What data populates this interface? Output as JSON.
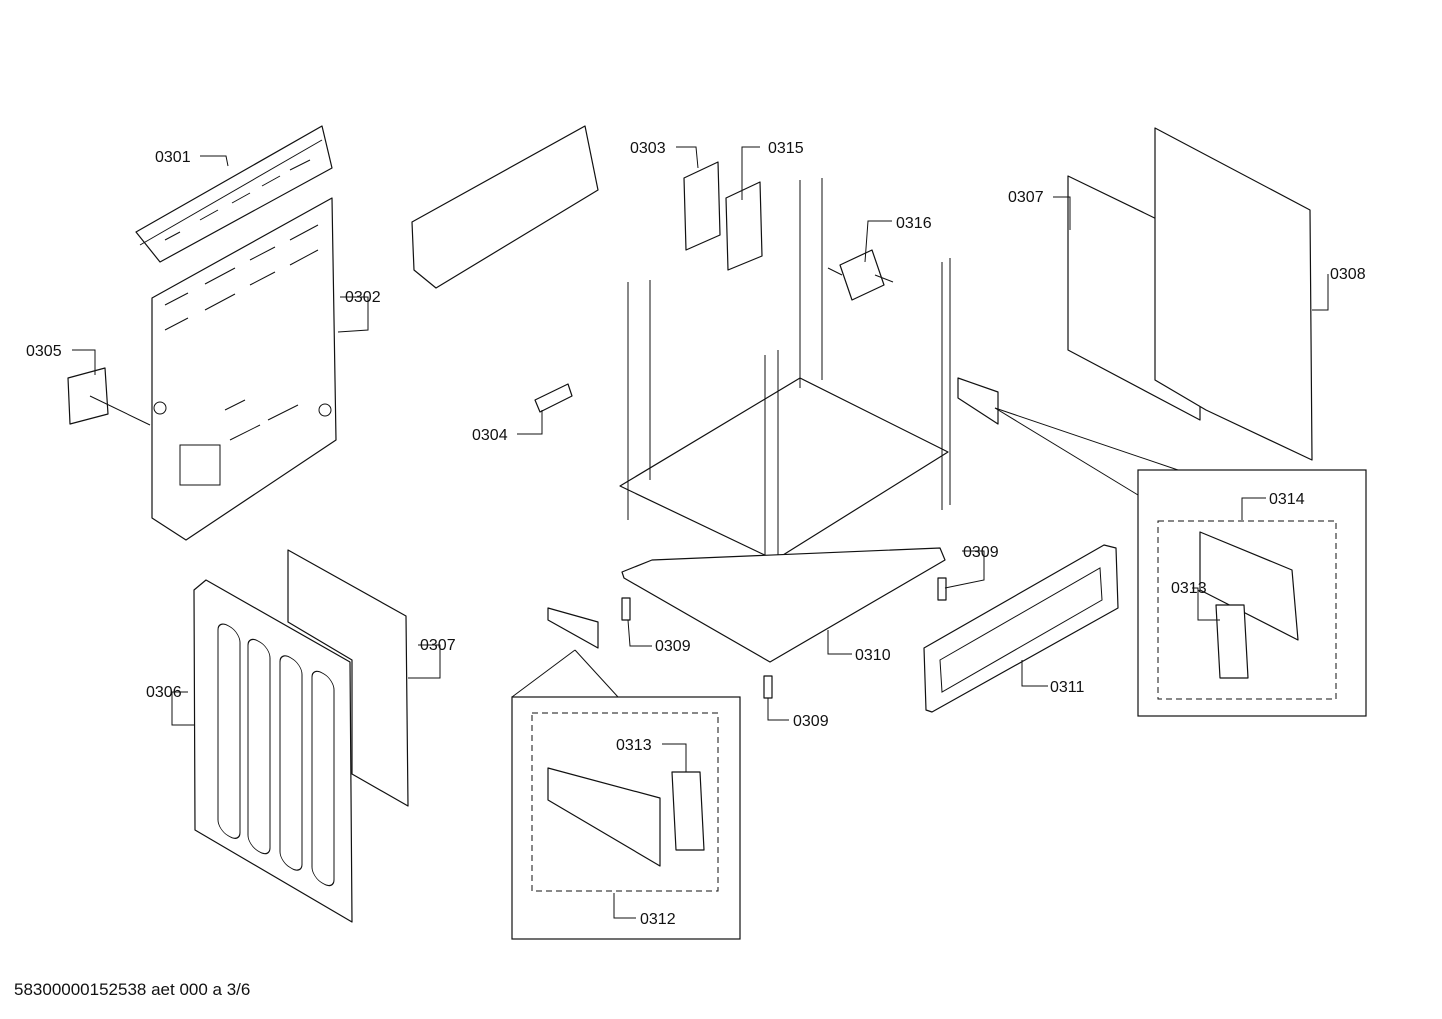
{
  "labels": {
    "p0301": "0301",
    "p0302": "0302",
    "p0303": "0303",
    "p0304": "0304",
    "p0305": "0305",
    "p0306": "0306",
    "p0307a": "0307",
    "p0307b": "0307",
    "p0308": "0308",
    "p0309a": "0309",
    "p0309b": "0309",
    "p0309c": "0309",
    "p0310": "0310",
    "p0311": "0311",
    "p0312": "0312",
    "p0313a": "0313",
    "p0313b": "0313",
    "p0314": "0314",
    "p0315": "0315",
    "p0316": "0316"
  },
  "footer": "58300000152538 aet 000 a 3/6"
}
